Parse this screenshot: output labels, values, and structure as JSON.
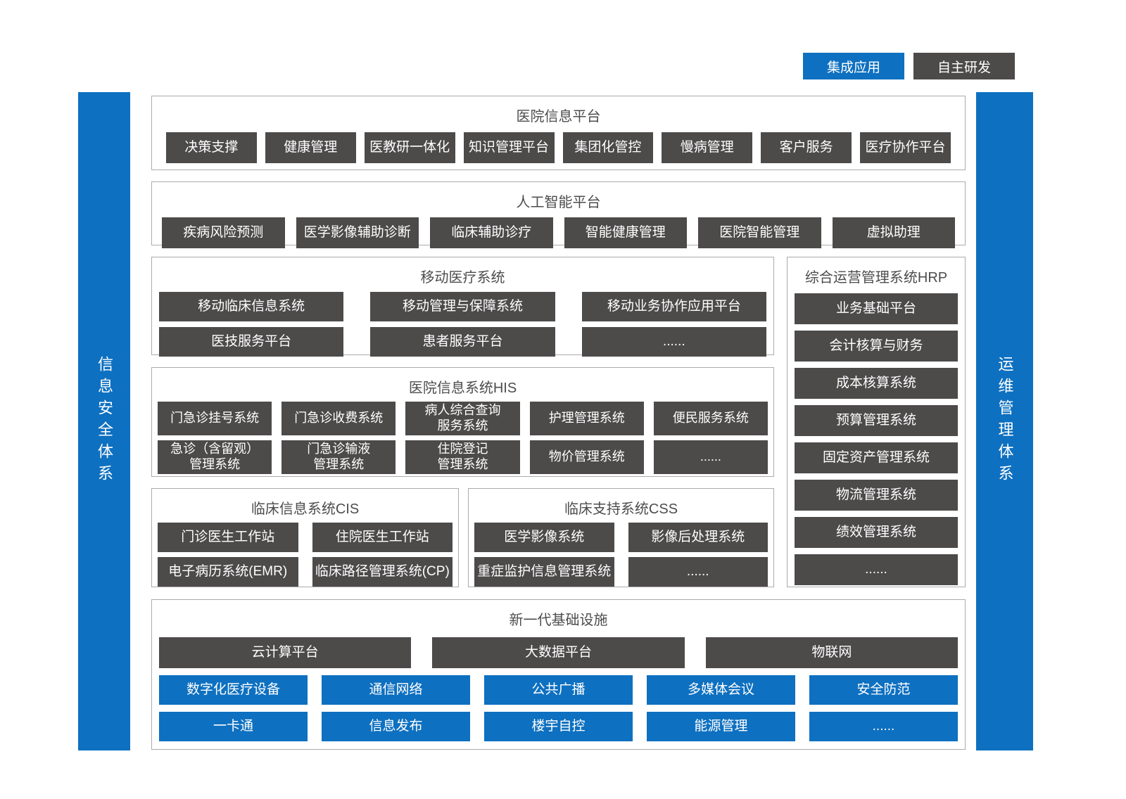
{
  "legend": {
    "items": [
      {
        "label": "集成应用",
        "type": "blue"
      },
      {
        "label": "自主研发",
        "type": "dark"
      }
    ]
  },
  "side_bars": {
    "left": "信息安全体系",
    "right": "运维管理体系"
  },
  "sections": {
    "hospital_platform": {
      "title": "医院信息平台",
      "items": [
        "决策支撑",
        "健康管理",
        "医教研一体化",
        "知识管理平台",
        "集团化管控",
        "慢病管理",
        "客户服务",
        "医疗协作平台"
      ]
    },
    "ai_platform": {
      "title": "人工智能平台",
      "items": [
        "疾病风险预测",
        "医学影像辅助诊断",
        "临床辅助诊疗",
        "智能健康管理",
        "医院智能管理",
        "虚拟助理"
      ]
    },
    "mobile_medical": {
      "title": "移动医疗系统",
      "row1": [
        "移动临床信息系统",
        "移动管理与保障系统",
        "移动业务协作应用平台"
      ],
      "row2": [
        "医技服务平台",
        "患者服务平台",
        "......"
      ]
    },
    "hrp": {
      "title": "综合运营管理系统HRP",
      "items": [
        "业务基础平台",
        "会计核算与财务",
        "成本核算系统",
        "预算管理系统",
        "固定资产管理系统",
        "物流管理系统",
        "绩效管理系统",
        "......"
      ]
    },
    "his": {
      "title": "医院信息系统HIS",
      "row1": [
        "门急诊挂号系统",
        "门急诊收费系统",
        "病人综合查询\n服务系统",
        "护理管理系统",
        "便民服务系统"
      ],
      "row2": [
        "急诊（含留观）\n管理系统",
        "门急诊输液\n管理系统",
        "住院登记\n管理系统",
        "物价管理系统",
        "......"
      ]
    },
    "cis": {
      "title": "临床信息系统CIS",
      "row1": [
        "门诊医生工作站",
        "住院医生工作站"
      ],
      "row2": [
        "电子病历系统(EMR)",
        "临床路径管理系统(CP)"
      ]
    },
    "css": {
      "title": "临床支持系统CSS",
      "row1": [
        "医学影像系统",
        "影像后处理系统"
      ],
      "row2": [
        "重症监护信息管理系统",
        "......"
      ]
    },
    "infrastructure": {
      "title": "新一代基础设施",
      "dark_row": [
        "云计算平台",
        "大数据平台",
        "物联网"
      ],
      "blue_row1": [
        "数字化医疗设备",
        "通信网络",
        "公共广播",
        "多媒体会议",
        "安全防范"
      ],
      "blue_row2": [
        "一卡通",
        "信息发布",
        "楼宇自控",
        "能源管理",
        "......"
      ]
    }
  },
  "colors": {
    "blue": "#0E70C0",
    "dark_gray": "#4D4A4A",
    "panel_border": "#ABABAB",
    "title_text": "#4D4D4D"
  }
}
